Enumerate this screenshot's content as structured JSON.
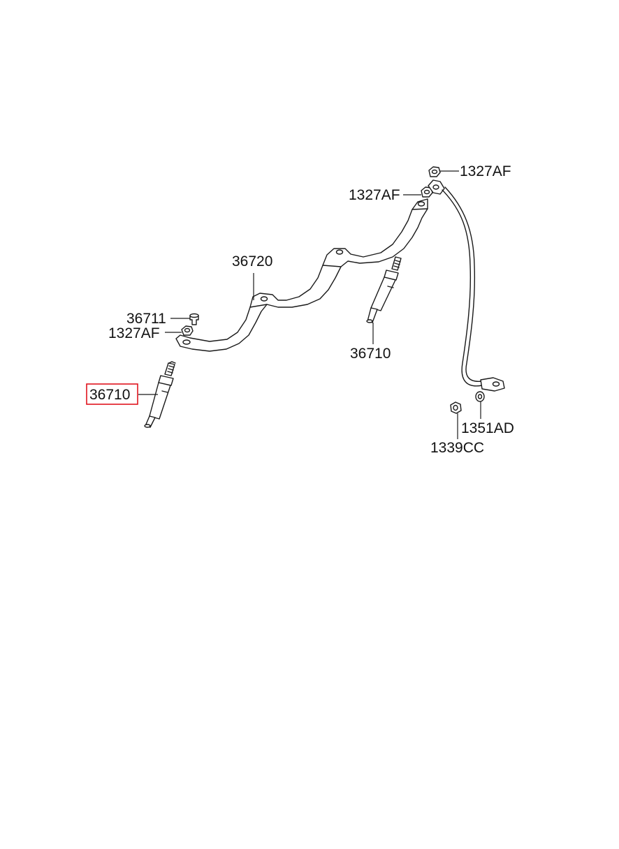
{
  "diagram": {
    "callouts": {
      "nut_top_right": "1327AF",
      "nut_top_left": "1327AF",
      "rail": "36720",
      "bolt": "36711",
      "nut_left": "1327AF",
      "plug_highlighted": "36710",
      "plug_right": "36710",
      "washer": "1351AD",
      "nut_bottom": "1339CC"
    },
    "highlight_color": "#e0141e"
  }
}
